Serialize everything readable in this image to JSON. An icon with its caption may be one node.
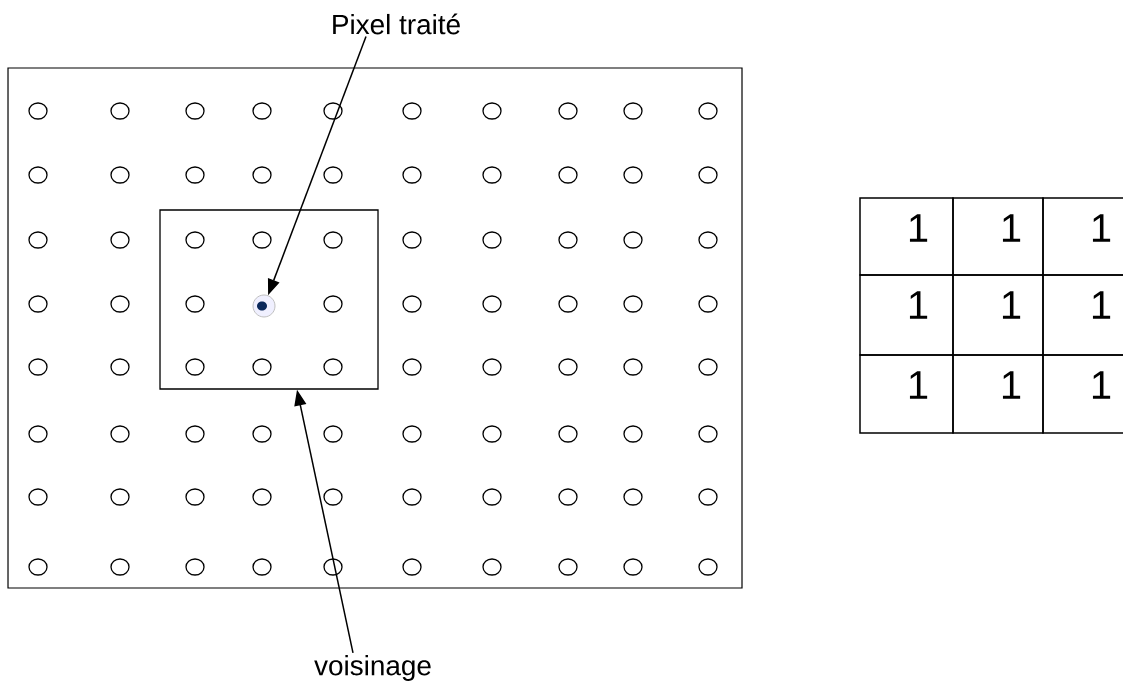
{
  "diagram": {
    "nodes": [
      {
        "text": [
          "Pixel traité"
        ]
      },
      {
        "text": [],
        "shape": "box"
      },
      {
        "text": [],
        "shape": "circle",
        "in": 1
      },
      {
        "text": [
          "voisinage"
        ]
      }
    ],
    "edges": [
      {
        "from": 0,
        "to": 2,
        "arrow": "to"
      },
      {
        "from": 3,
        "to": 1,
        "arrow": "to"
      }
    ],
    "labels": [
      "1",
      "1",
      "1",
      "1",
      "1",
      "1",
      "1",
      "1",
      "1"
    ]
  }
}
